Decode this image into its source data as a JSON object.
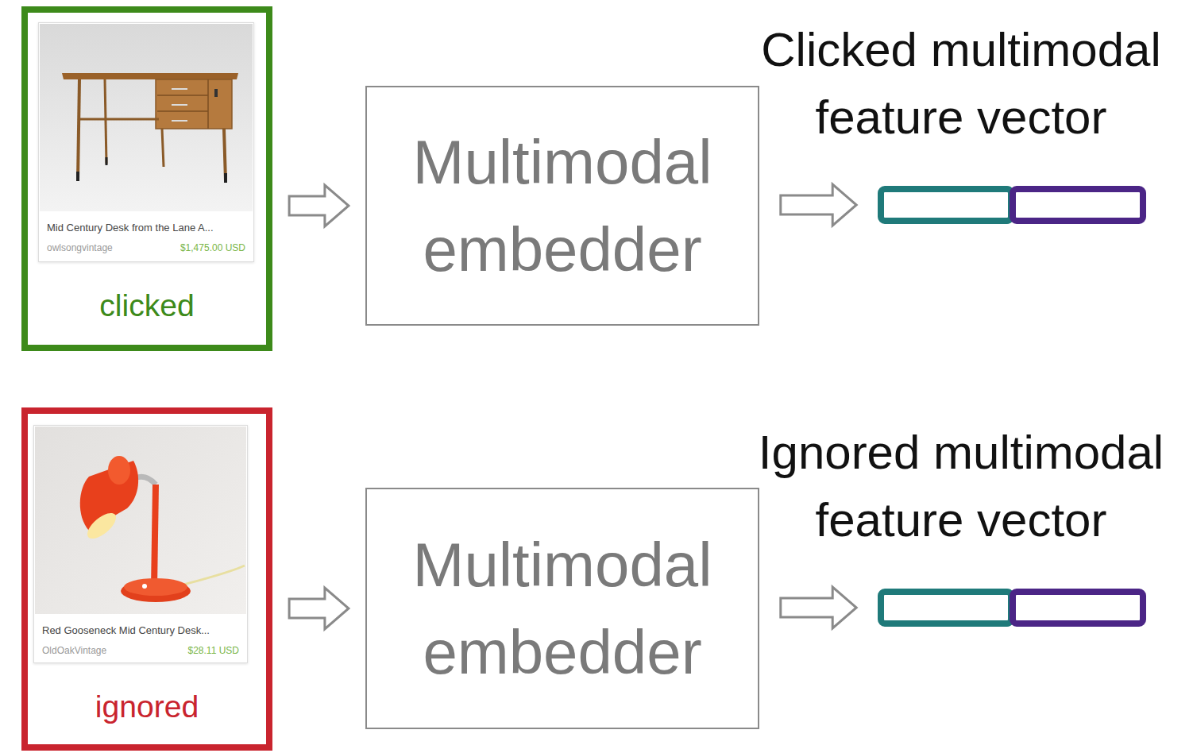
{
  "diagram": {
    "nodes": [
      {
        "text": [
          "clicked"
        ]
      },
      {
        "text": [
          "Mid Century Desk from the Lane A...",
          "owlsongvintage",
          "$1,475.00 USD"
        ],
        "in": 0
      },
      {
        "text": [
          "Multimodal embedder"
        ]
      },
      {
        "text": [
          "Clicked multimodal feature vector"
        ]
      },
      {
        "text": [
          "ignored"
        ]
      },
      {
        "text": [
          "Red Gooseneck Mid Century Desk...",
          "OldOakVintage",
          "$28.11 USD"
        ],
        "in": 4
      },
      {
        "text": [
          "Multimodal embedder"
        ]
      },
      {
        "text": [
          "Ignored multimodal feature vector"
        ]
      }
    ],
    "edges": [
      {
        "from": 0,
        "to": 2,
        "arrow": "to"
      },
      {
        "from": 2,
        "to": 3,
        "arrow": "to"
      },
      {
        "from": 4,
        "to": 6,
        "arrow": "to"
      },
      {
        "from": 6,
        "to": 7,
        "arrow": "to"
      }
    ]
  }
}
